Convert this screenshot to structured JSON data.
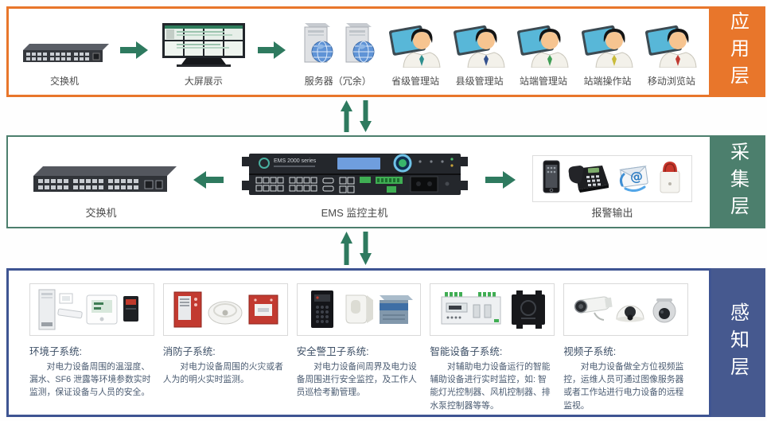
{
  "colors": {
    "application_accent": "#e8762b",
    "collection_accent": "#4c7f6d",
    "perception_accent": "#3e5492",
    "arrow_green": "#2e7a5f"
  },
  "application": {
    "tag": "应用层",
    "nodes": {
      "switch": "交换机",
      "wall": "大屏展示",
      "server": "服务器（冗余）",
      "station1": "省级管理站",
      "station2": "县级管理站",
      "station3": "站端管理站",
      "station4": "站端操作站",
      "station5": "移动浏览站"
    }
  },
  "collection": {
    "tag": "采集层",
    "nodes": {
      "switch": "交换机",
      "ems": "EMS 监控主机",
      "alarm": "报警输出"
    },
    "ems_device": {
      "label": "EMS 2000 series"
    }
  },
  "perception": {
    "tag": "感知层",
    "cards": [
      {
        "title": "环境子系统:",
        "desc": "对电力设备周围的温湿度、漏水、SF6 泄露等环境参数实时监测，保证设备与人员的安全。"
      },
      {
        "title": "消防子系统:",
        "desc": "对电力设备周围的火灾或者人为的明火实时监测。"
      },
      {
        "title": "安全警卫子系统:",
        "desc": "对电力设备间周界及电力设备周围进行安全监控，及工作人员巡检考勤管理。"
      },
      {
        "title": "智能设备子系统:",
        "desc": "对辅助电力设备运行的智能辅助设备进行实时监控，如: 智能灯光控制器、风机控制器、排水泵控制器等等。"
      },
      {
        "title": "视频子系统:",
        "desc": "对电力设备做全方位视频监控，运维人员可通过图像服务器或者工作站进行电力设备的远程监视。"
      }
    ]
  }
}
